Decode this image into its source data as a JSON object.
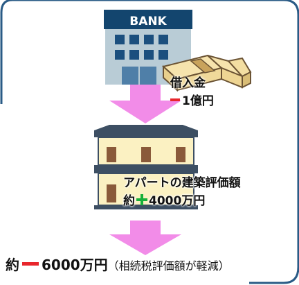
{
  "bank": {
    "sign": "BANK"
  },
  "loan": {
    "title": "借入金",
    "amount": "1億円"
  },
  "apartment": {
    "title": "アパートの建築評価額",
    "prefix": "約",
    "amount": "4000万円"
  },
  "result": {
    "prefix": "約",
    "amount": "6000万円",
    "note": "（相続税評価額が軽減）"
  },
  "colors": {
    "border": "#2a5b86",
    "arrow": "#f28ce8",
    "minus": "#e8262c",
    "plus": "#18b03a",
    "bank_wall": "#b9ccd6",
    "bank_roof": "#13456e",
    "apartment_wall": "#fbf1c2",
    "apartment_roof": "#3d4f63"
  }
}
